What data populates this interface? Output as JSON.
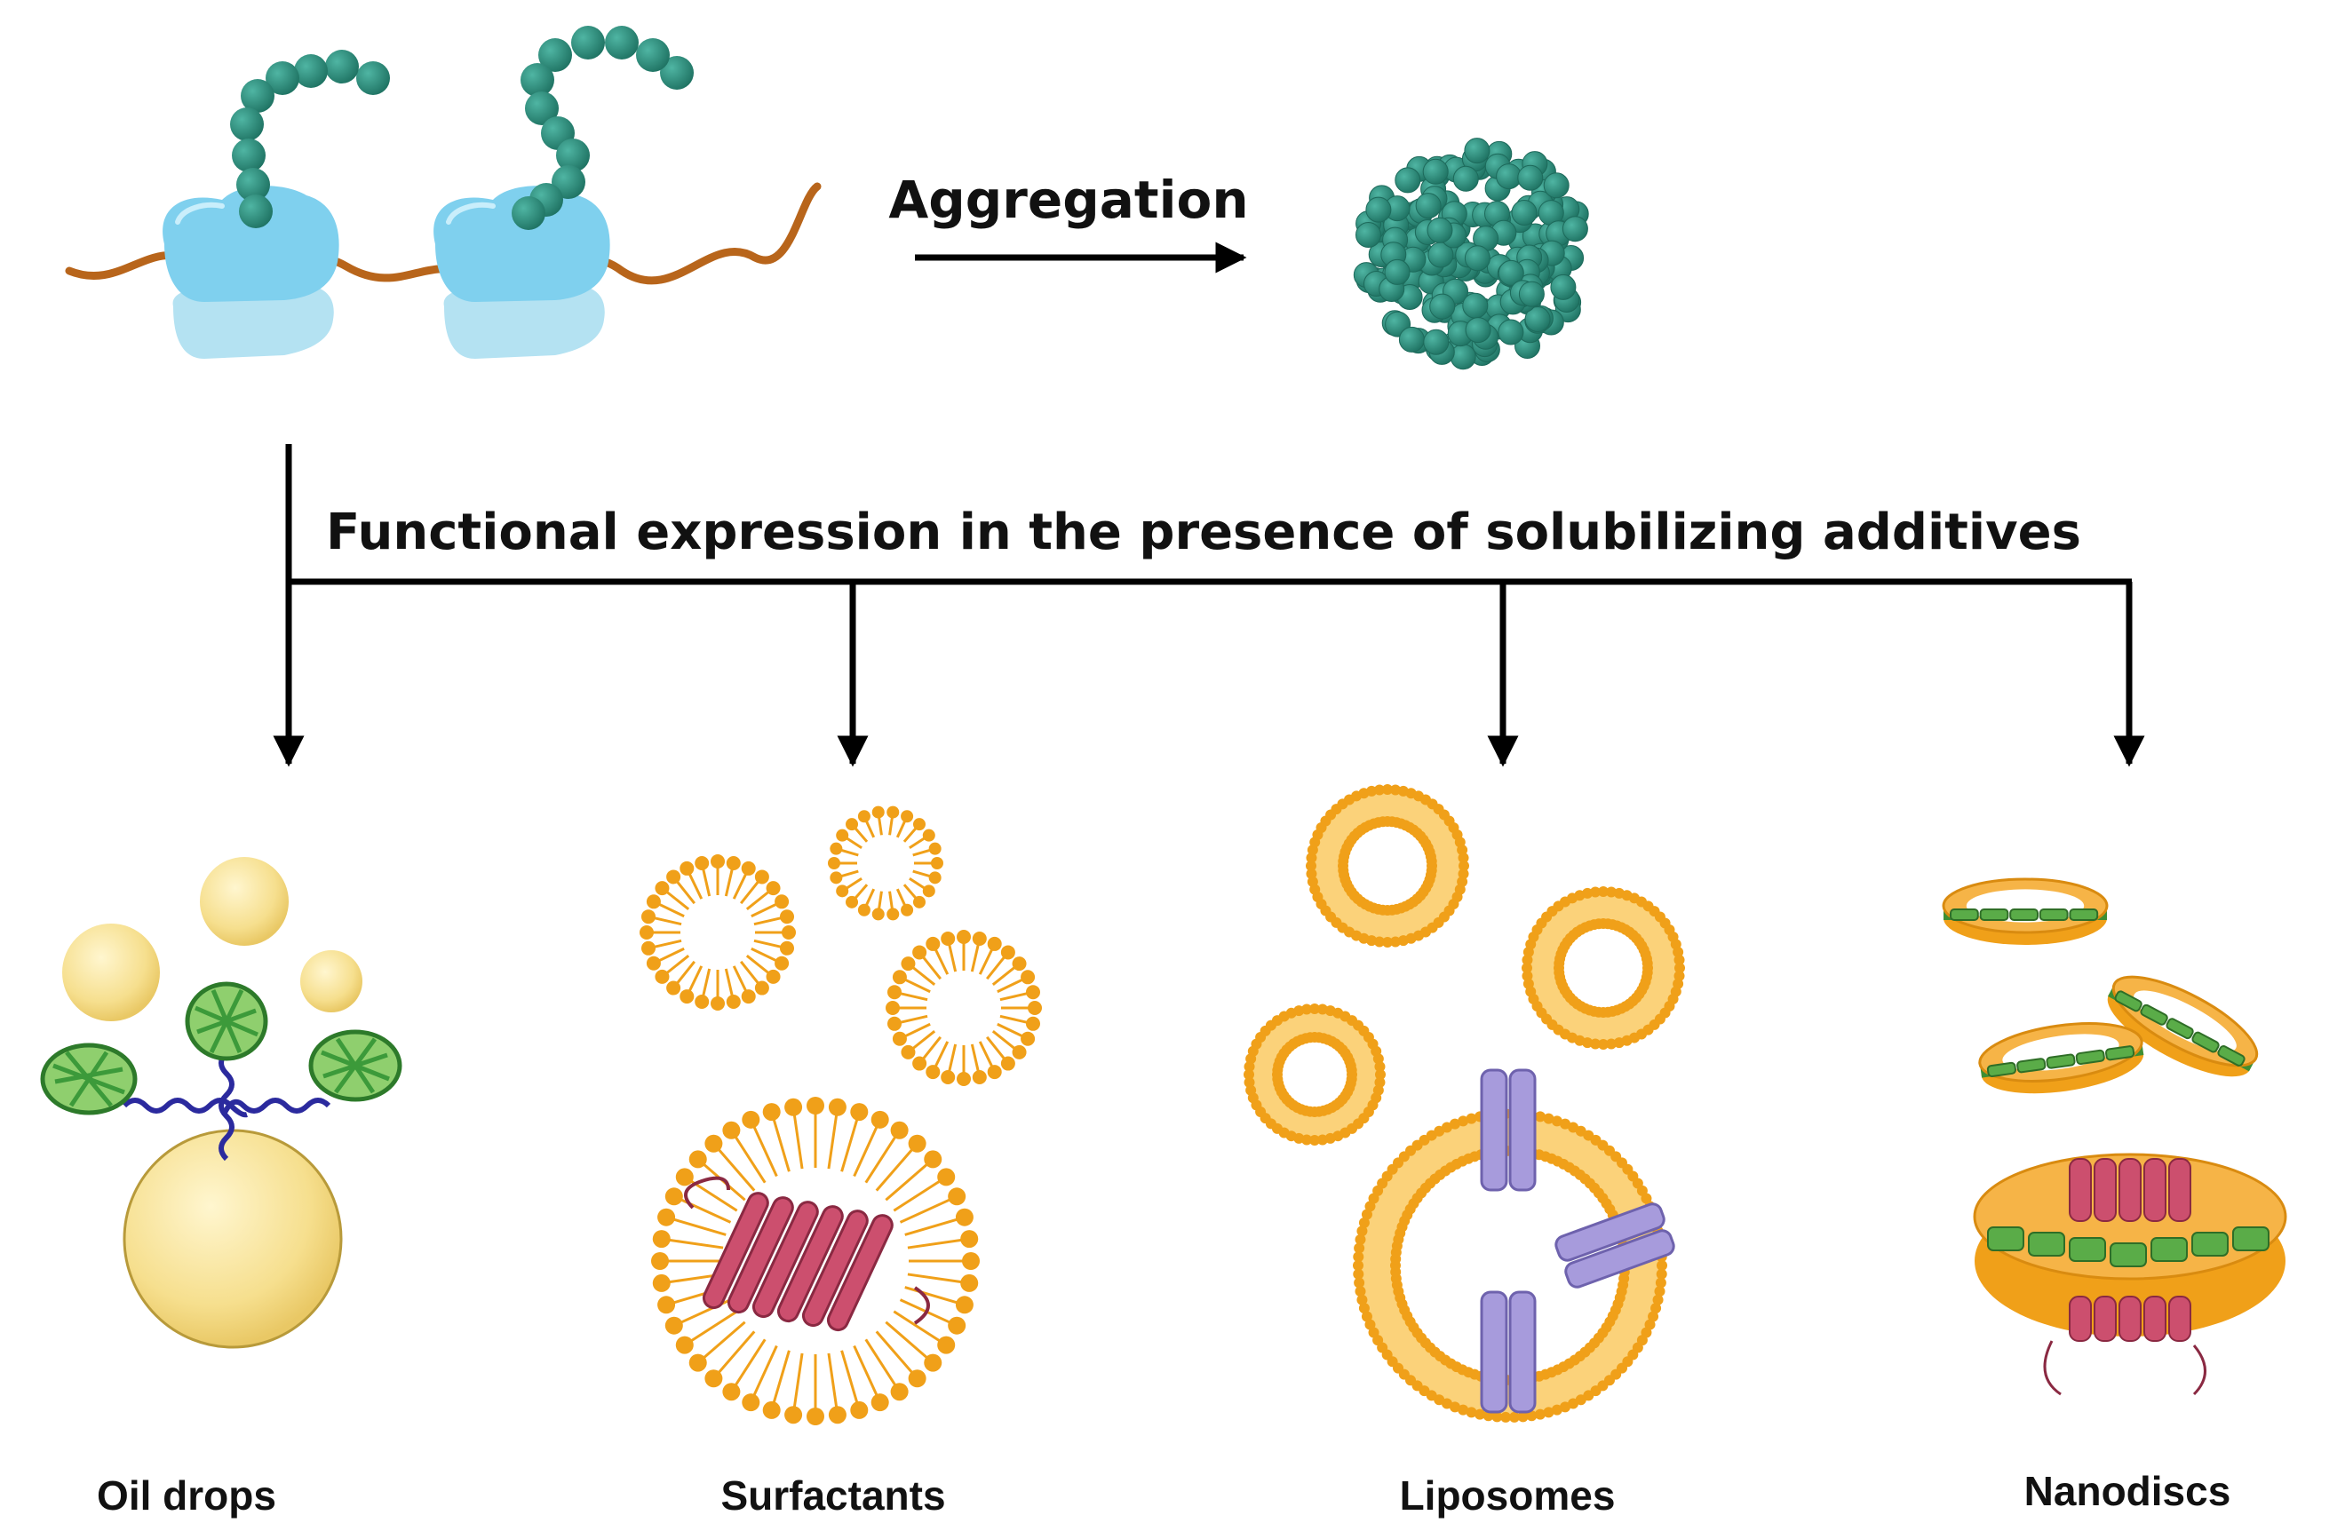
{
  "steps": {
    "aggregation": "Aggregation",
    "functional": "Functional expression in the presence of solubilizing additives"
  },
  "additives": [
    {
      "label": "Oil drops"
    },
    {
      "label": "Surfactants"
    },
    {
      "label": "Liposomes"
    },
    {
      "label": "Nanodiscs"
    }
  ],
  "colors": {
    "mrna": "#b8651b",
    "ribosome_large": "#7fd0ee",
    "ribosome_small": "#b4e2f2",
    "peptide": "#2f8f7f",
    "oil": "#f6df8e",
    "lipid": "#f0a019",
    "protein_red": "#cc4f6e",
    "protein_purple": "#a79bdc",
    "barrel_green": "#3c9a3a",
    "belt_green": "#3e8e33",
    "linker_blue": "#2b2a9e"
  }
}
